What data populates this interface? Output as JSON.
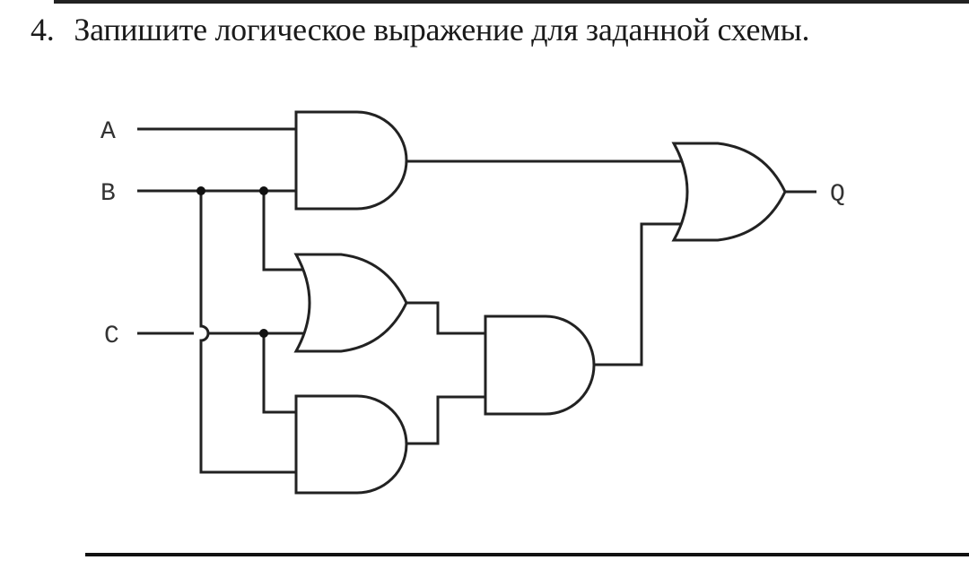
{
  "question": {
    "number": "4.",
    "text": "Запишите логическое выражение для заданной схемы."
  },
  "circuit": {
    "inputs": [
      "A",
      "B",
      "C"
    ],
    "output": "Q",
    "gates": [
      {
        "id": "and1",
        "type": "AND",
        "inputs": [
          "A",
          "B"
        ]
      },
      {
        "id": "or1",
        "type": "OR",
        "inputs": [
          "B",
          "C"
        ]
      },
      {
        "id": "and3",
        "type": "AND",
        "inputs": [
          "C",
          "B"
        ]
      },
      {
        "id": "and2",
        "type": "AND",
        "inputs": [
          "or1",
          "and3"
        ]
      },
      {
        "id": "or2",
        "type": "OR",
        "inputs": [
          "and1",
          "and2"
        ]
      }
    ]
  }
}
